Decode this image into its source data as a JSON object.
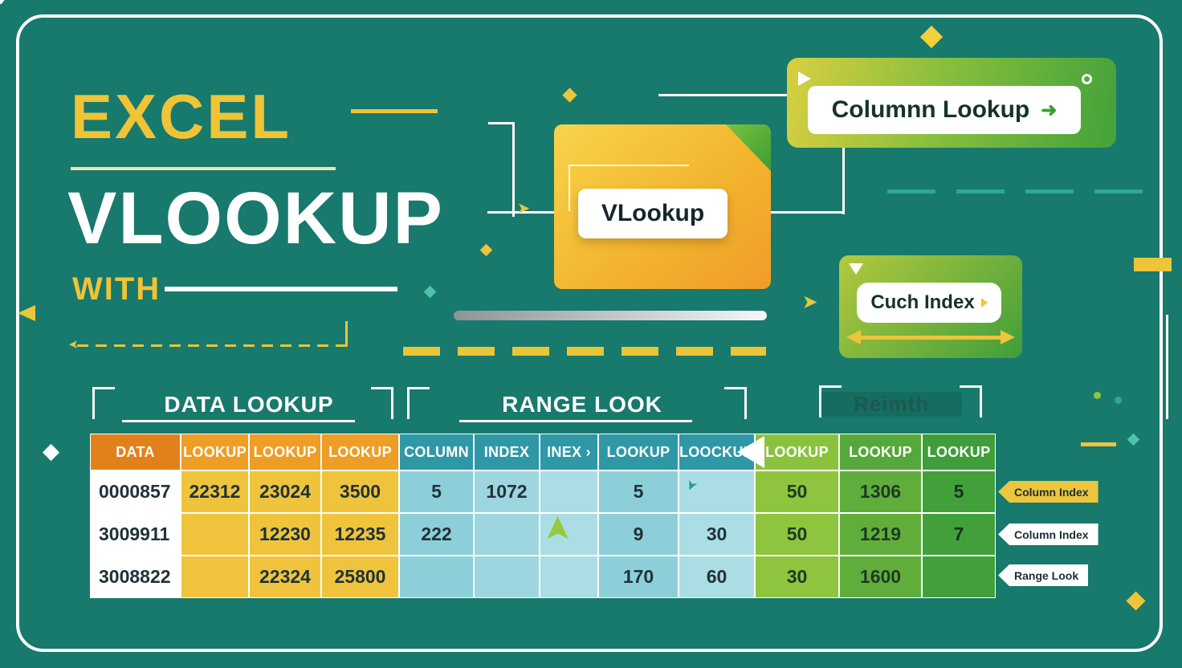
{
  "palette": {
    "background": "#18796d",
    "yellow": "#efc436",
    "orange": "#ef9d28",
    "green": "#3f9e3a",
    "teal_header": "#2f98a6",
    "light_blue": "#8ccfd8",
    "white": "#ffffff"
  },
  "title": {
    "excel": "EXCEL",
    "vlookup": "VLOOKUP",
    "with_word": "WITH"
  },
  "icons": {
    "flow_arrow": "➤",
    "lookup_arrow": "➜"
  },
  "cards": {
    "file": {
      "label": "VLookup"
    },
    "column_lookup": {
      "label": "Columnn Lookup"
    },
    "cuch_index": {
      "label": "Cuch Index"
    }
  },
  "sections": {
    "left": "DATA LOOKUP",
    "middle": "RANGE LOOK",
    "right": "Reimth"
  },
  "table": {
    "headers": [
      "DATA",
      "LOOKUP",
      "LOOKUP",
      "LOOKUP",
      "COLUMN",
      "INDEX",
      "INEX ›",
      "LOOKUP",
      "LOOCKUD",
      "LOOKUP",
      "LOOKUP",
      "LOOKUP"
    ],
    "rows": [
      {
        "cells": [
          "0000857",
          "22312",
          "23024",
          "3500",
          "5",
          "1072",
          "",
          "5",
          "",
          "50",
          "1306",
          "5"
        ]
      },
      {
        "cells": [
          "3009911",
          "",
          "12230",
          "12235",
          "222",
          "",
          "",
          "9",
          "30",
          "50",
          "1219",
          "7"
        ]
      },
      {
        "cells": [
          "3008822",
          "",
          "22324",
          "25800",
          "",
          "",
          "",
          "170",
          "60",
          "30",
          "1600",
          ""
        ]
      }
    ]
  },
  "side_labels": [
    "Column Index",
    "Column Index",
    "Range Look"
  ]
}
